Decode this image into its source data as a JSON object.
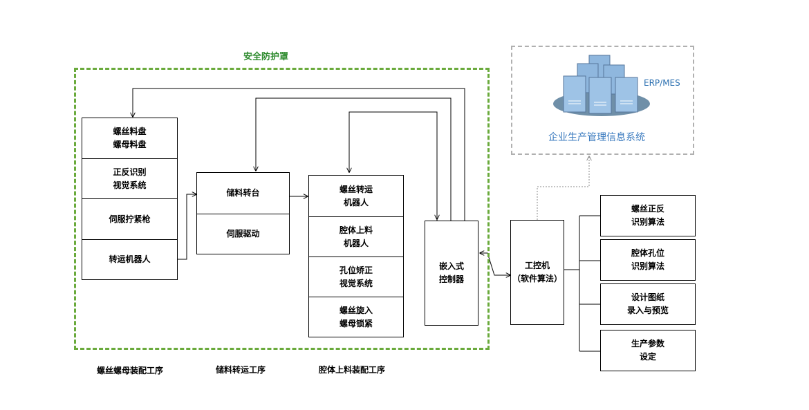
{
  "safety_cover": {
    "title": "安全防护罩"
  },
  "screw_group": {
    "items": [
      "螺丝料盘\n螺母料盘",
      "正反识别\n视觉系统",
      "伺服拧紧枪",
      "转运机器人"
    ]
  },
  "storage_group": {
    "items": [
      "储料转台",
      "伺服驱动"
    ]
  },
  "cavity_group": {
    "items": [
      "螺丝转运\n机器人",
      "腔体上料\n机器人",
      "孔位矫正\n视觉系统",
      "螺丝旋入\n螺母锁紧"
    ]
  },
  "controller": {
    "label": "嵌入式\n控制器"
  },
  "ipc": {
    "label": "工控机\n（软件算法）"
  },
  "software": {
    "items": [
      "螺丝正反\n识别算法",
      "腔体孔位\n识别算法",
      "设计图纸\n录入与预览",
      "生产参数\n设定"
    ]
  },
  "enterprise": {
    "badge": "ERP/MES",
    "label": "企业生产管理信息系统"
  },
  "stages": {
    "screw_nut": "螺丝螺母装配工序",
    "storage": "储料转运工序",
    "cavity": "腔体上料装配工序"
  },
  "colors": {
    "safety_border": "#6aaa3c",
    "safety_title": "#2e8b2e",
    "server": "#8fb7de",
    "enterprise_text": "#3b7bbf"
  },
  "icons": {
    "server": "server-cluster-icon"
  }
}
